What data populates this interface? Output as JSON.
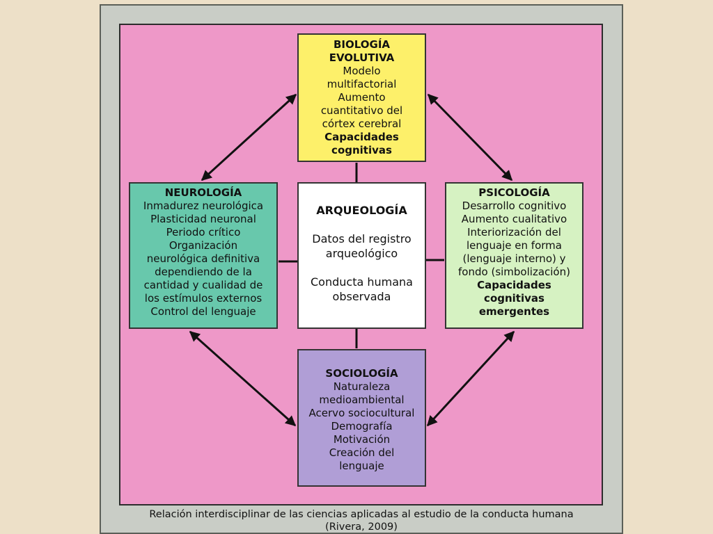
{
  "boxes": {
    "biologia": {
      "title": [
        "BIOLOGÍA",
        "EVOLUTIVA"
      ],
      "lines": [
        "Modelo",
        "multifactorial",
        "Aumento",
        "cuantitativo del",
        "córtex cerebral"
      ],
      "bold_lines": [
        "Capacidades",
        "cognitivas"
      ]
    },
    "neurologia": {
      "title": [
        "NEUROLOGÍA"
      ],
      "lines": [
        "Inmadurez neurológica",
        "Plasticidad neuronal",
        "Periodo crítico",
        "Organización",
        "neurológica definitiva",
        "dependiendo de la",
        "cantidad y cualidad de",
        "los estímulos externos",
        "Control del lenguaje"
      ]
    },
    "arqueologia": {
      "title": [
        "ARQUEOLOGÍA"
      ],
      "lines_a": [
        "Datos del registro",
        "arqueológico"
      ],
      "lines_b": [
        "Conducta humana",
        "observada"
      ]
    },
    "psicologia": {
      "title": [
        "PSICOLOGÍA"
      ],
      "lines": [
        "Desarrollo cognitivo",
        "Aumento cualitativo",
        "Interiorización del",
        "lenguaje en forma",
        "(lenguaje interno) y",
        "fondo (simbolización)"
      ],
      "bold_lines": [
        "Capacidades",
        "cognitivas",
        "emergentes"
      ]
    },
    "sociologia": {
      "title": [
        "SOCIOLOGÍA"
      ],
      "lines": [
        "Naturaleza",
        "medioambiental",
        "Acervo sociocultural",
        "Demografía",
        "Motivación",
        "Creación del",
        "lenguaje"
      ]
    }
  },
  "caption": {
    "line1": "Relación interdisciplinar de las ciencias aplicadas al estudio de la conducta humana",
    "line2": "(Rivera, 2009)"
  },
  "colors": {
    "page_bg": "#ede0c8",
    "frame": "#c9cdc6",
    "panel": "#ee98c8",
    "biologia": "#fdf06a",
    "neurologia": "#68c8ac",
    "arqueologia": "#ffffff",
    "psicologia": "#d6f2c2",
    "sociologia": "#b09ed6"
  }
}
